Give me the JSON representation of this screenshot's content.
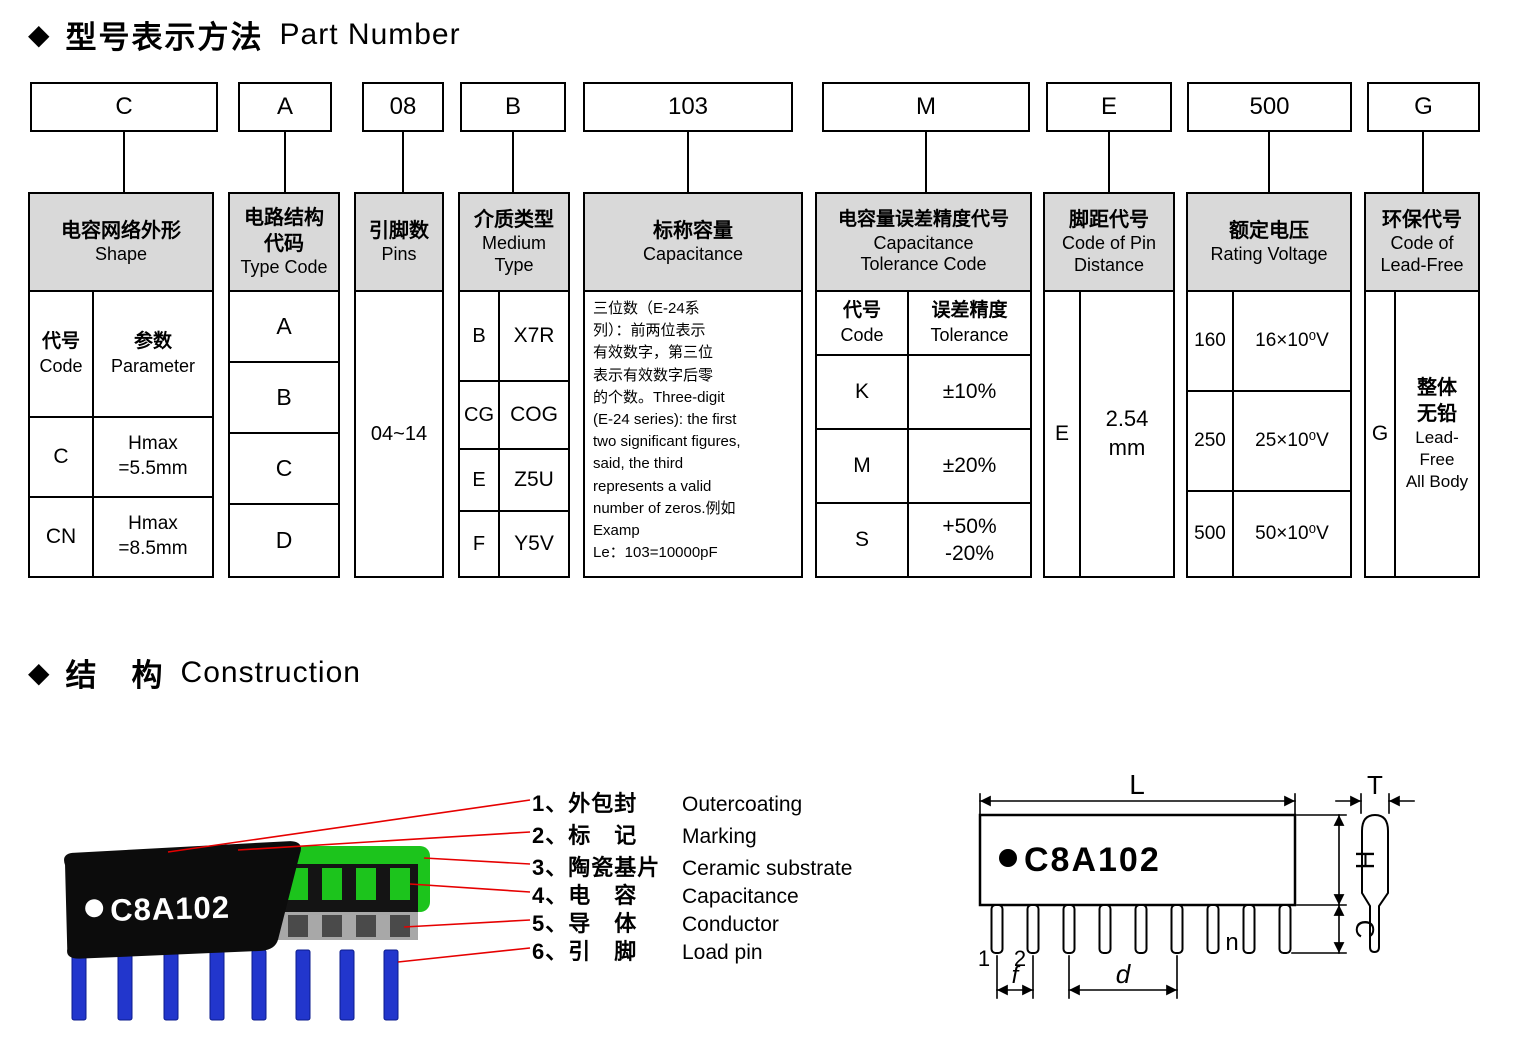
{
  "titles": {
    "diamond": "◆",
    "part_number_cn": "型号表示方法",
    "part_number_en": "Part Number",
    "construction_cn": "结　构",
    "construction_en": "Construction"
  },
  "boxes": [
    "C",
    "A",
    "08",
    "B",
    "103",
    "M",
    "E",
    "500",
    "G"
  ],
  "shape": {
    "header_cn": "电容网络外形",
    "header_en": "Shape",
    "col_code_cn": "代号",
    "col_code_en": "Code",
    "col_param_cn": "参数",
    "col_param_en": "Parameter",
    "rows": [
      {
        "code": "C",
        "param": "Hmax\n=5.5mm"
      },
      {
        "code": "CN",
        "param": "Hmax\n=8.5mm"
      }
    ]
  },
  "type_code": {
    "header_cn": "电路结构\n代码",
    "header_en": "Type Code",
    "rows": [
      "A",
      "B",
      "C",
      "D"
    ]
  },
  "pins": {
    "header_cn": "引脚数",
    "header_en": "Pins",
    "value": "04~14"
  },
  "medium": {
    "header_cn": "介质类型",
    "header_en": "Medium\nType",
    "rows": [
      {
        "code": "B",
        "type": "X7R"
      },
      {
        "code": "CG",
        "type": "COG"
      },
      {
        "code": "E",
        "type": "Z5U"
      },
      {
        "code": "F",
        "type": "Y5V"
      }
    ]
  },
  "capacitance": {
    "header_cn": "标称容量",
    "header_en": "Capacitance",
    "body": "三位数（E-24系\n列）：前两位表示\n有效数字，第三位\n表示有效数字后零\n的个数。Three-digit\n(E-24 series): the first\ntwo significant figures,\nsaid, the third\nrepresents a valid\nnumber of zeros.例如\nExamp\nLe：103=10000pF"
  },
  "tolerance": {
    "header_cn": "电容量误差精度代号",
    "header_en": "Capacitance\nTolerance Code",
    "col_code_cn": "代号",
    "col_code_en": "Code",
    "col_tol_cn": "误差精度",
    "col_tol_en": "Tolerance",
    "rows": [
      {
        "code": "K",
        "tol": "±10%"
      },
      {
        "code": "M",
        "tol": "±20%"
      },
      {
        "code": "S",
        "tol": "+50%\n-20%"
      }
    ]
  },
  "pin_distance": {
    "header_cn": "脚距代号",
    "header_en": "Code of Pin\nDistance",
    "code": "E",
    "value": "2.54\nmm"
  },
  "voltage": {
    "header_cn": "额定电压",
    "header_en": "Rating Voltage",
    "rows": [
      {
        "code": "160",
        "value": "16×10⁰V"
      },
      {
        "code": "250",
        "value": "25×10⁰V"
      },
      {
        "code": "500",
        "value": "50×10⁰V"
      }
    ]
  },
  "lead_free": {
    "header_cn": "环保代号",
    "header_en": "Code of\nLead-Free",
    "code": "G",
    "value_cn": "整体\n无铅",
    "value_en": "Lead-\nFree\nAll Body"
  },
  "construction": {
    "part_marking": "C8A102",
    "labels": [
      {
        "num": "1、",
        "cn": "外包封",
        "en": "Outercoating"
      },
      {
        "num": "2、",
        "cn": "标　记",
        "en": "Marking"
      },
      {
        "num": "3、",
        "cn": "陶瓷基片",
        "en": "Ceramic substrate"
      },
      {
        "num": "4、",
        "cn": "电　容",
        "en": "Capacitance"
      },
      {
        "num": "5、",
        "cn": "导　体",
        "en": "Conductor"
      },
      {
        "num": "6、",
        "cn": "引　脚",
        "en": "Load pin"
      }
    ],
    "dims": {
      "L": "L",
      "T": "T",
      "H": "H",
      "C": "C",
      "f": "f",
      "d": "d",
      "pin1": "1",
      "pin2": "2",
      "pinn": "n"
    },
    "colors": {
      "body_black": "#0c0c0c",
      "substrate_green": "#1cc41c",
      "pin_blue": "#2236cc",
      "conductor_gray": "#a8a8a8",
      "leader_red": "#e60000"
    }
  }
}
